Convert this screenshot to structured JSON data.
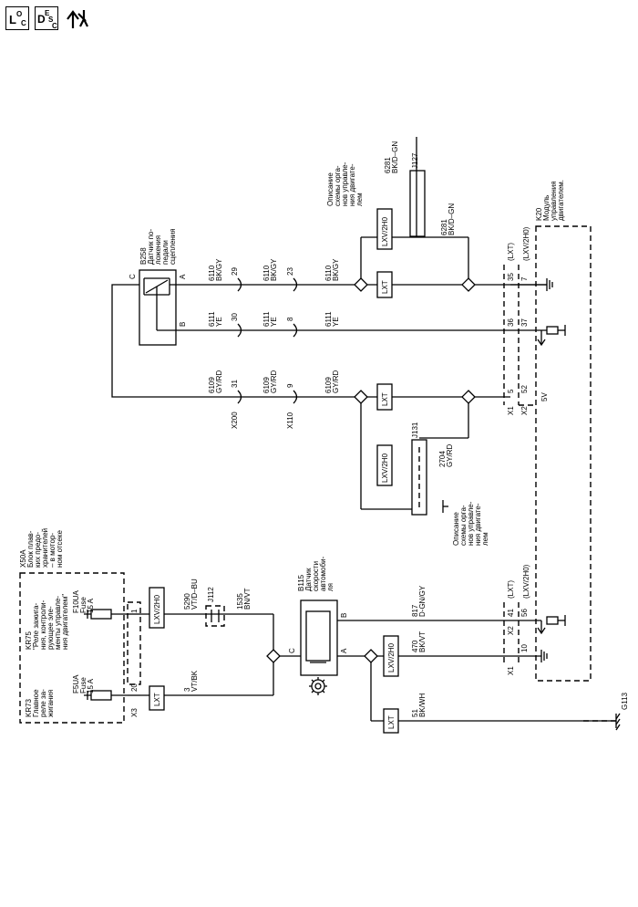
{
  "toolbar": {
    "loc": {
      "big": "L",
      "sub1": "O",
      "sub2": "C"
    },
    "desc": {
      "big": "D",
      "sub1": "E",
      "sub2": "S",
      "sub3": "C"
    },
    "icons": [
      "loc-icon",
      "desc-icon",
      "tools-icon"
    ]
  },
  "modules": {
    "x50a": {
      "name": "X50A",
      "line1": "Блок плав-",
      "line2": "ких предо-",
      "line3": "хранителей",
      "line4": "– в мотор-",
      "line5": "ном отсеке"
    },
    "kr75": {
      "name": "KR75",
      "line1": "\"Реле зажига-",
      "line2": "ния, контроли-",
      "line3": "рующее эле-",
      "line4": "менты управле-",
      "line5": "ния двигателем\""
    },
    "kr73": {
      "name": "KR73",
      "line1": "Главное",
      "line2": "реле за-",
      "line3": "жигания"
    },
    "f10ua": {
      "name": "F10UA",
      "fuse": "Fuse",
      "rating": "15 A"
    },
    "f5ua": {
      "name": "F5UA",
      "fuse": "Fuse",
      "rating": "15 A"
    },
    "b258": {
      "name": "B258",
      "line1": "Датчик по-",
      "line2": "ложения",
      "line3": "педали",
      "line4": "сцепления"
    },
    "b115": {
      "name": "B115",
      "line1": "Датчик",
      "line2": "скорости",
      "line3": "автомоби-",
      "line4": "ля"
    },
    "k20": {
      "name": "K20",
      "line1": "Модуль",
      "line2": "управления",
      "line3": "двигателем."
    },
    "j127": {
      "name": "J127"
    },
    "j131": {
      "name": "J131"
    },
    "j112": {
      "name": "J112"
    }
  },
  "connectors": {
    "x200": "X200",
    "x110": "X110",
    "x1": "X1",
    "x2": "X2",
    "x3": "X3",
    "g113": "G113"
  },
  "pins": {
    "x200_29": "29",
    "x200_30": "30",
    "x200_31": "31",
    "x110_23": "23",
    "x110_8": "8",
    "x110_9": "9",
    "k20_35": "35",
    "k20_7": "7",
    "k20_36": "36",
    "k20_37": "37",
    "k20_5": "5",
    "k20_52": "52",
    "k20_41": "41",
    "k20_56": "56",
    "k20_10": "10",
    "x3_20": "20",
    "x3_1": "1",
    "b258_a": "A",
    "b258_b": "B",
    "b258_c": "C",
    "b115_a": "A",
    "b115_b": "B",
    "b115_c": "C",
    "v5": "5V"
  },
  "tags": {
    "lxt_a": "(LXT)",
    "lxv_a": "(LXV/2H0)",
    "lxt_b": "(LXT)",
    "lxv_b": "(LXV/2H0)",
    "box_lxt": "LXT",
    "box_lxv": "LXV/2H0"
  },
  "wires": {
    "w6110": {
      "circuit": "6110",
      "color": "BK/GY"
    },
    "w6111": {
      "circuit": "6111",
      "color": "YE"
    },
    "w6109": {
      "circuit": "6109",
      "color": "GY/RD"
    },
    "w6281a": {
      "circuit": "6281",
      "color": "BK/D–GN"
    },
    "w6281b": {
      "circuit": "6281",
      "color": "BK/D–GN"
    },
    "w2704": {
      "circuit": "2704",
      "color": "GY/RD"
    },
    "w5290": {
      "circuit": "5290",
      "color": "VT/D–BU"
    },
    "w1535": {
      "circuit": "1535",
      "color": "BN/VT"
    },
    "w3": {
      "circuit": "3",
      "color": "VT/BK"
    },
    "w817": {
      "circuit": "817",
      "color": "D-GN/GY"
    },
    "w470": {
      "circuit": "470",
      "color": "BK/VT"
    },
    "w51": {
      "circuit": "51",
      "color": "BK/WH"
    }
  },
  "refs": {
    "ref1": {
      "line1": "Описание",
      "line2": "схемы орга-",
      "line3": "нов управле-",
      "line4": "ния двигате-",
      "line5": "лем"
    },
    "ref2": {
      "line1": "Описание",
      "line2": "схемы орга-",
      "line3": "нов управле-",
      "line4": "ния двигате-",
      "line5": "лем"
    }
  }
}
